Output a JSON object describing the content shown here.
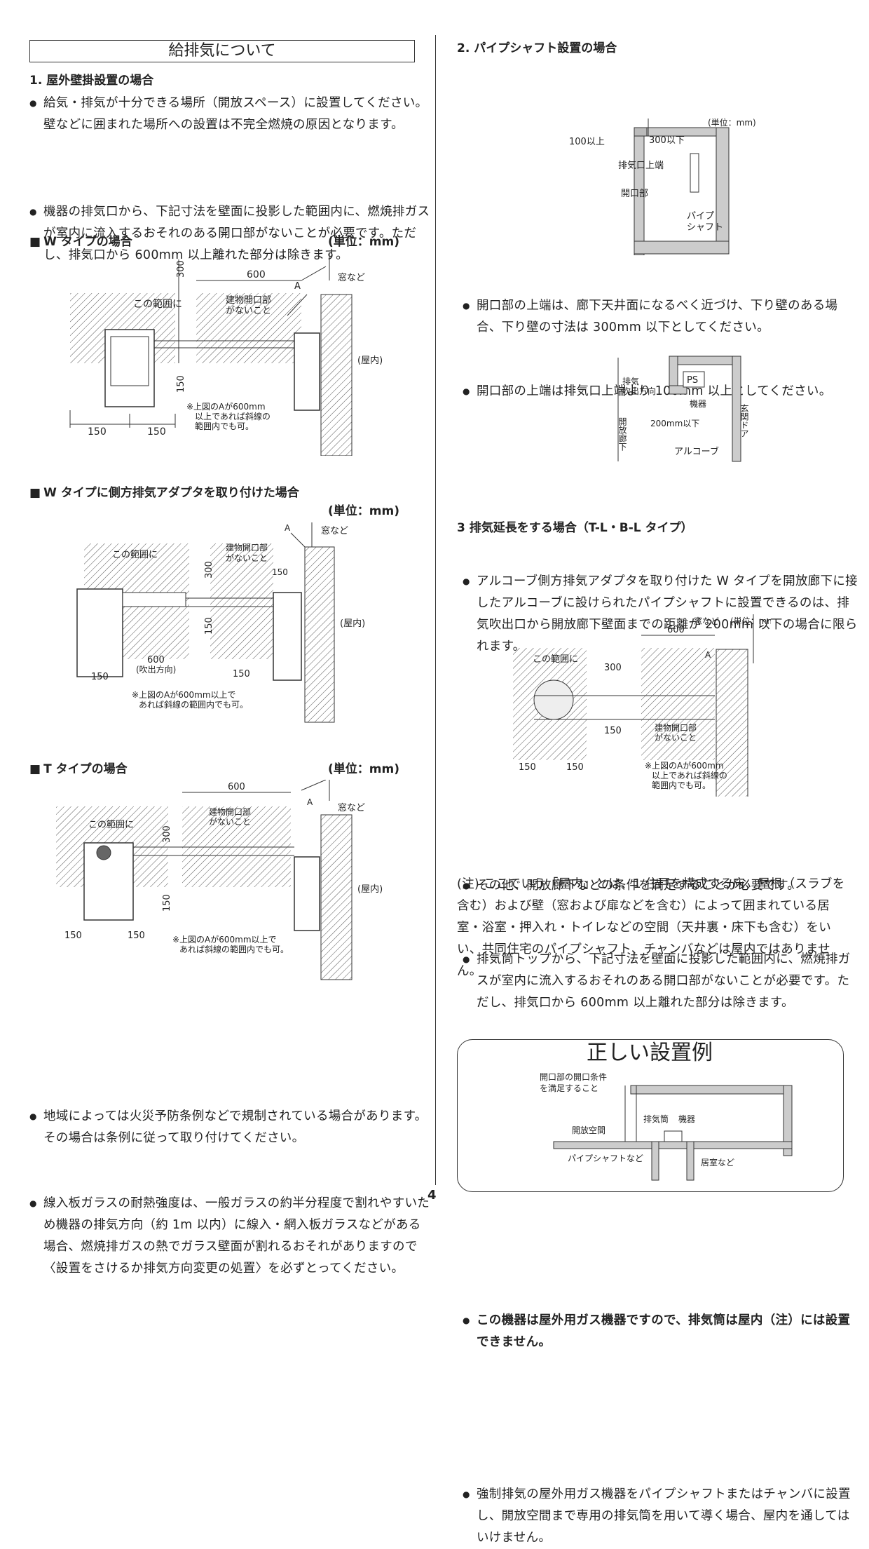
{
  "page_title": "給排気について",
  "left": {
    "s1_heading": "1. 屋外壁掛設置の場合",
    "s1_b1": "給気・排気が十分できる場所（開放スペース）に設置してください。壁などに囲まれた場所への設置は不完全燃焼の原因となります。",
    "s1_b2": "機器の排気口から、下記寸法を壁面に投影した範囲内に、燃焼排ガスが室内に流入するおそれのある開口部がないことが必要です。ただし、排気口から 600mm 以上離れた部分は除きます。",
    "fig_w_label": "W タイプの場合",
    "fig_ws_label": "W タイプに側方排気アダプタを取り付けた場合",
    "fig_t_label": "T タイプの場合",
    "unit": "(単位：mm)",
    "b3": "地域によっては火災予防条例などで規制されている場合があります。その場合は条例に従って取り付けてください。",
    "b4": "線入板ガラスの耐熱強度は、一般ガラスの約半分程度で割れやすいため機器の排気方向（約 1m 以内）に線入・網入板ガラスなどがある場合、燃焼排ガスの熱でガラス壁面が割れるおそれがありますので〈設置をさけるか排気方向変更の処置〉を必ずとってください。"
  },
  "right": {
    "s2_heading": "2. パイプシャフト設置の場合",
    "s2_b1": "開口部の上端は、廊下天井面になるべく近づけ、下り壁のある場合、下り壁の寸法は 300mm 以下としてください。",
    "s2_b2": "開口部の上端は排気口上端より 100mm 以上としてください。",
    "s2_b3": "アルコーブ側方排気アダプタを取り付けた W タイプを開放廊下に接したアルコーブに設けられたパイプシャフトに設置できるのは、排気吹出口から開放廊下壁面までの距離が 200mm 以下の場合に限られます。",
    "s2_b4": "その他、開放廊下などの条件を満足することが必要です。",
    "s3_heading": "3 排気延長をする場合（T-L・B-L タイプ）",
    "s3_b1": "排気筒トップから、下記寸法を壁面に投影した範囲内に、燃焼排ガスが室内に流入するおそれのある開口部がないことが必要です。ただし、排気口から 600mm 以上離れた部分は除きます。",
    "s4_b1": "この機器は屋外用ガス機器ですので、排気筒は屋内（注）には設置できません。",
    "note": "(注) ここでいう「屋内」とは、1 住戸を構成する床、屋根（スラブを含む）および壁（窓および扉などを含む）によって囲まれている居室・浴室・押入れ・トイレなどの空間（天井裏・床下も含む）をいい、共同住宅のパイプシャフト、チャンバなどは屋内ではありません。",
    "s4_b2": "強制排気の屋外用ガス機器をパイプシャフトまたはチャンバに設置し、開放空間まで専用の排気筒を用いて導く場合、屋内を通してはいけません。",
    "example_title": "正しい設置例"
  },
  "labels": {
    "kono_hani": "この範囲に",
    "kaikou1": "建物開口部",
    "kaikou2": "がないこと",
    "madonado": "窓など",
    "okunai": "(屋内)",
    "a": "A",
    "d600": "600",
    "d300": "300",
    "d150": "150",
    "fukidashi": "(吹出方向)",
    "note_w1": "※上図のAが600mm",
    "note_w2": "以上であれば斜線の",
    "note_w3": "範囲内でも可。",
    "note_s1": "※上図のAが600mm以上で",
    "note_s2": "あれば斜線の範囲内でも可。",
    "unit_small": "(単位：mm)",
    "ps_100": "100以上",
    "ps_300": "300以下",
    "ps_haiki": "排気口上端",
    "ps_kaikou": "開口部",
    "ps_pipe1": "パイプ",
    "ps_pipe2": "シャフト",
    "al_haiki1": "排気",
    "al_haiki2": "吹出方向",
    "al_ps": "PS",
    "al_kiki": "機器",
    "al_200": "200mm以下",
    "al_alcove": "アルコーブ",
    "al_kaihou": "開放廊下",
    "al_genkan": "玄関ドア",
    "ex_kaikou1": "開口部の開口条件",
    "ex_kaikou2": "を満足すること",
    "ex_haikitou": "排気筒",
    "ex_kiki": "機器",
    "ex_kaihou": "開放空間",
    "ex_pipe": "パイプシャフトなど",
    "ex_kyoshitsu": "居室など"
  },
  "page_number": "4"
}
